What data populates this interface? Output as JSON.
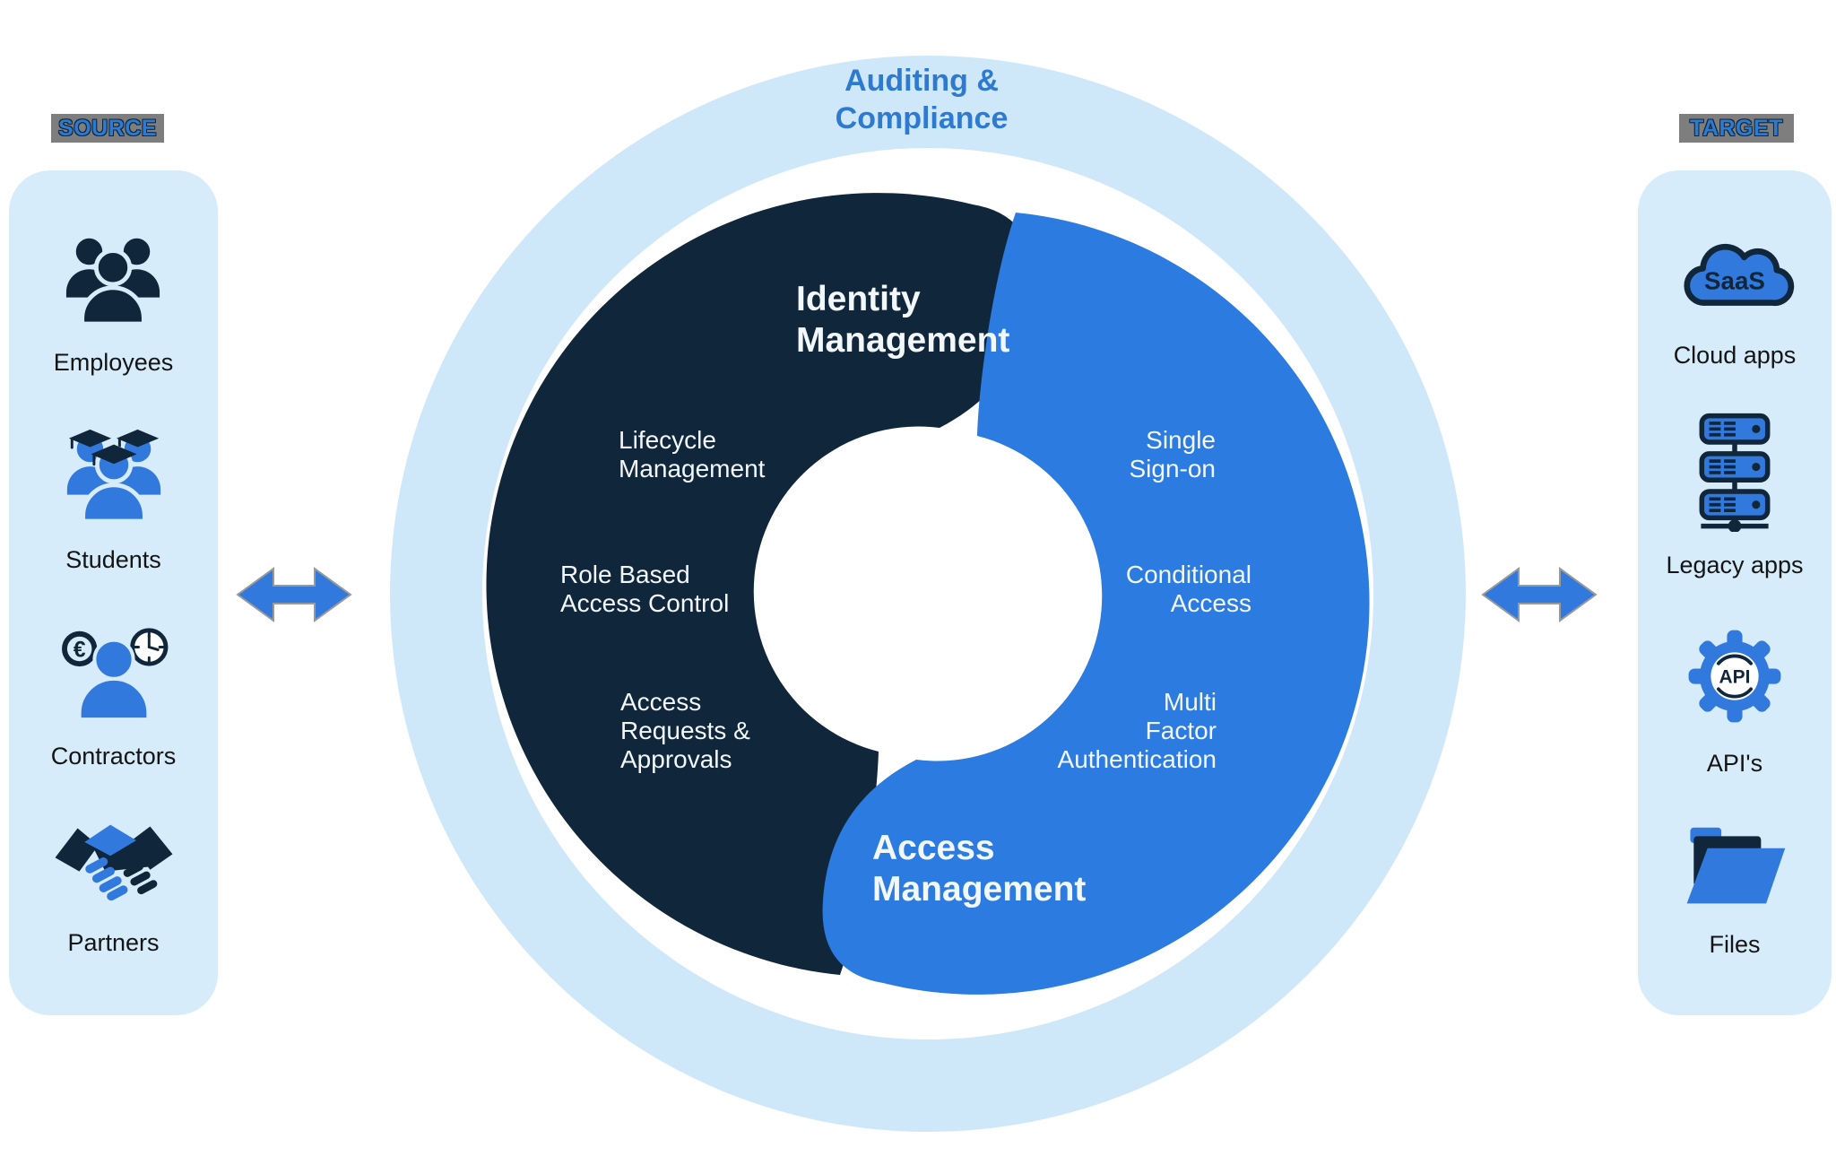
{
  "colors": {
    "dark_navy": "#10263A",
    "blue": "#2C7BE0",
    "icon_blue": "#3279DD",
    "ring_light_blue": "#CFE8F9",
    "panel_light_blue": "#D6ECFA",
    "label_blue": "#2E7AD0",
    "label_bg_gray": "#7E7E7E",
    "text_white": "#F2F7FA"
  },
  "source_panel": {
    "label": "SOURCE",
    "items": [
      {
        "label": "Employees"
      },
      {
        "label": "Students"
      },
      {
        "label": "Contractors",
        "coin_symbol": "€"
      },
      {
        "label": "Partners"
      }
    ]
  },
  "target_panel": {
    "label": "TARGET",
    "items": [
      {
        "label": "Cloud apps",
        "badge": "SaaS"
      },
      {
        "label": "Legacy apps"
      },
      {
        "label": "API's",
        "badge": "API"
      },
      {
        "label": "Files"
      }
    ]
  },
  "diagram": {
    "ring_label": {
      "line1": "Auditing &",
      "line2": "Compliance"
    },
    "identity": {
      "title": {
        "line1": "Identity",
        "line2": "Management"
      },
      "lifecycle": {
        "line1": "Lifecycle",
        "line2": "Management"
      },
      "rbac": {
        "line1": "Role Based",
        "line2": "Access Control"
      },
      "requests": {
        "line1": "Access",
        "line2": "Requests &",
        "line3": "Approvals"
      }
    },
    "access": {
      "title": {
        "line1": "Access",
        "line2": "Management"
      },
      "sso": {
        "line1": "Single",
        "line2": "Sign-on"
      },
      "conditional": {
        "line1": "Conditional",
        "line2": "Access"
      },
      "mfa": {
        "line1": "Multi",
        "line2": "Factor",
        "line3": "Authentication"
      }
    }
  }
}
